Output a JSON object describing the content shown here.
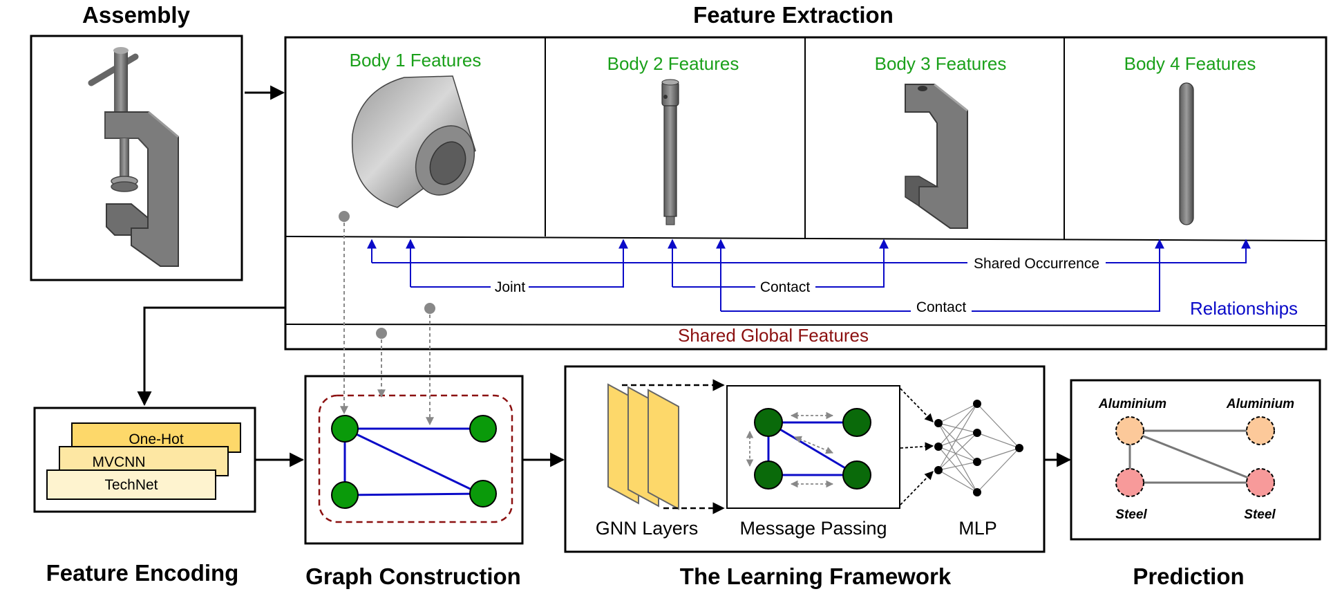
{
  "titles": {
    "assembly": "Assembly",
    "feature_extraction": "Feature Extraction",
    "feature_encoding": "Feature Encoding",
    "graph_construction": "Graph Construction",
    "learning_framework": "The Learning Framework",
    "prediction": "Prediction"
  },
  "bodies": [
    {
      "label": "Body 1 Features"
    },
    {
      "label": "Body 2 Features"
    },
    {
      "label": "Body 3 Features"
    },
    {
      "label": "Body 4 Features"
    }
  ],
  "relationships": {
    "title": "Relationships",
    "shared_occurrence": "Shared Occurrence",
    "joint": "Joint",
    "contact_1": "Contact",
    "contact_2": "Contact"
  },
  "shared_global": "Shared Global Features",
  "encoding": {
    "one_hot": "One-Hot",
    "mvcnn": "MVCNN",
    "technet": "TechNet"
  },
  "learning": {
    "gnn_layers": "GNN Layers",
    "message_passing": "Message Passing",
    "mlp": "MLP"
  },
  "prediction": {
    "top_left": "Aluminium",
    "top_right": "Aluminium",
    "bottom_left": "Steel",
    "bottom_right": "Steel"
  },
  "colors": {
    "body_title": "#1aa01a",
    "relationship": "#0a0ac8",
    "global": "#8b1010",
    "node": "#0a7a0a",
    "encoding_fill": "#fdd86a",
    "aluminium": "#fcc99a",
    "steel": "#f79a9a"
  }
}
